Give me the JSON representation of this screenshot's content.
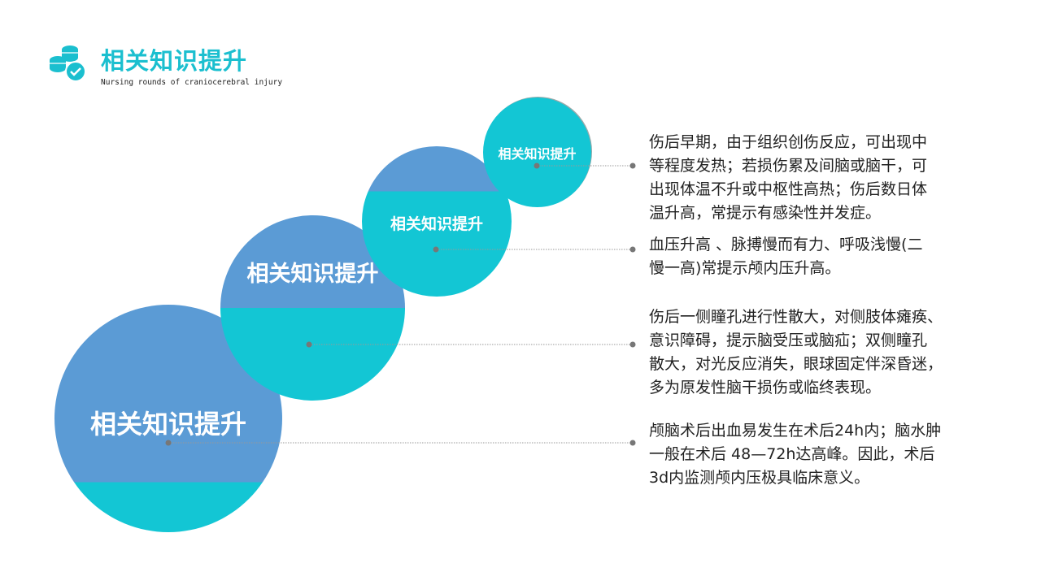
{
  "header": {
    "title": "相关知识提升",
    "subtitle": "Nursing rounds of craniocerebral injury",
    "icon": "coins-check-icon"
  },
  "colors": {
    "blue": "#5b9bd5",
    "teal": "#13c6d4",
    "title": "#1bbfcf"
  },
  "circles": [
    {
      "label": "相关知识提升"
    },
    {
      "label": "相关知识提升"
    },
    {
      "label": "相关知识提升"
    },
    {
      "label": "相关知识提升"
    }
  ],
  "paragraphs": [
    {
      "lines": [
        "伤后早期，由于组织创伤反应，可出现中",
        "等程度发热；若损伤累及间脑或脑干，可",
        "出现体温不升或中枢性高热；伤后数日体",
        "温升高，常提示有感染性并发症。"
      ]
    },
    {
      "lines": [
        "血压升高 、脉搏慢而有力、呼吸浅慢(二",
        "慢一高)常提示颅内压升高。"
      ]
    },
    {
      "lines": [
        "伤后一侧瞳孔进行性散大，对侧肢体瘫痪、",
        "意识障碍，提示脑受压或脑疝；双侧瞳孔",
        "散大，对光反应消失，眼球固定伴深昏迷，",
        "多为原发性脑干损伤或临终表现。"
      ]
    },
    {
      "lines": [
        "颅脑术后出血易发生在术后24h内；脑水肿",
        "一般在术后 48—72h达高峰。因此，术后",
        "3d内监测颅内压极具临床意义。"
      ]
    }
  ]
}
